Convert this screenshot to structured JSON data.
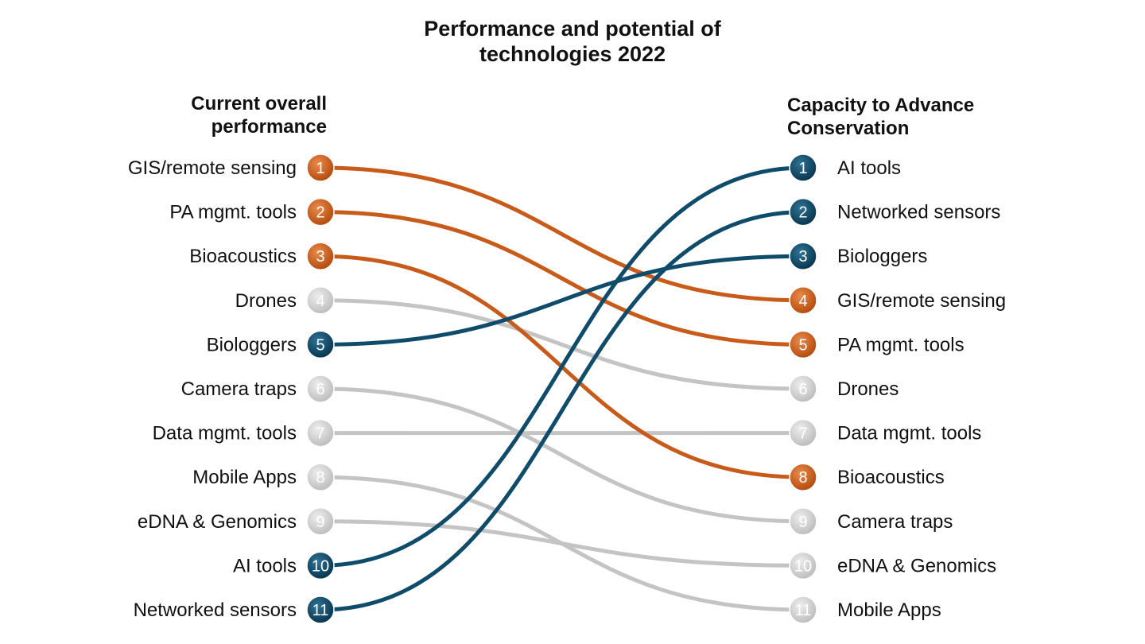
{
  "chart_data": {
    "type": "slope",
    "title_lines": [
      "Performance and potential of",
      "technologies 2022"
    ],
    "left_header_lines": [
      "Current overall",
      "performance"
    ],
    "right_header_lines": [
      "Capacity to Advance",
      "Conservation"
    ],
    "colors": {
      "orange": "#c85a1a",
      "blue": "#0f4c6b",
      "gray": "#c4c4c4"
    },
    "items": [
      {
        "name": "GIS/remote sensing",
        "left_rank": 1,
        "right_rank": 4,
        "group": "orange"
      },
      {
        "name": "PA mgmt. tools",
        "left_rank": 2,
        "right_rank": 5,
        "group": "orange"
      },
      {
        "name": "Bioacoustics",
        "left_rank": 3,
        "right_rank": 8,
        "group": "orange"
      },
      {
        "name": "Drones",
        "left_rank": 4,
        "right_rank": 6,
        "group": "gray"
      },
      {
        "name": "Biologgers",
        "left_rank": 5,
        "right_rank": 3,
        "group": "blue"
      },
      {
        "name": "Camera traps",
        "left_rank": 6,
        "right_rank": 9,
        "group": "gray"
      },
      {
        "name": "Data mgmt. tools",
        "left_rank": 7,
        "right_rank": 7,
        "group": "gray"
      },
      {
        "name": "Mobile Apps",
        "left_rank": 8,
        "right_rank": 11,
        "group": "gray"
      },
      {
        "name": "eDNA & Genomics",
        "left_rank": 9,
        "right_rank": 10,
        "group": "gray"
      },
      {
        "name": "AI tools",
        "left_rank": 10,
        "right_rank": 1,
        "group": "blue"
      },
      {
        "name": "Networked sensors",
        "left_rank": 11,
        "right_rank": 2,
        "group": "blue"
      }
    ]
  }
}
